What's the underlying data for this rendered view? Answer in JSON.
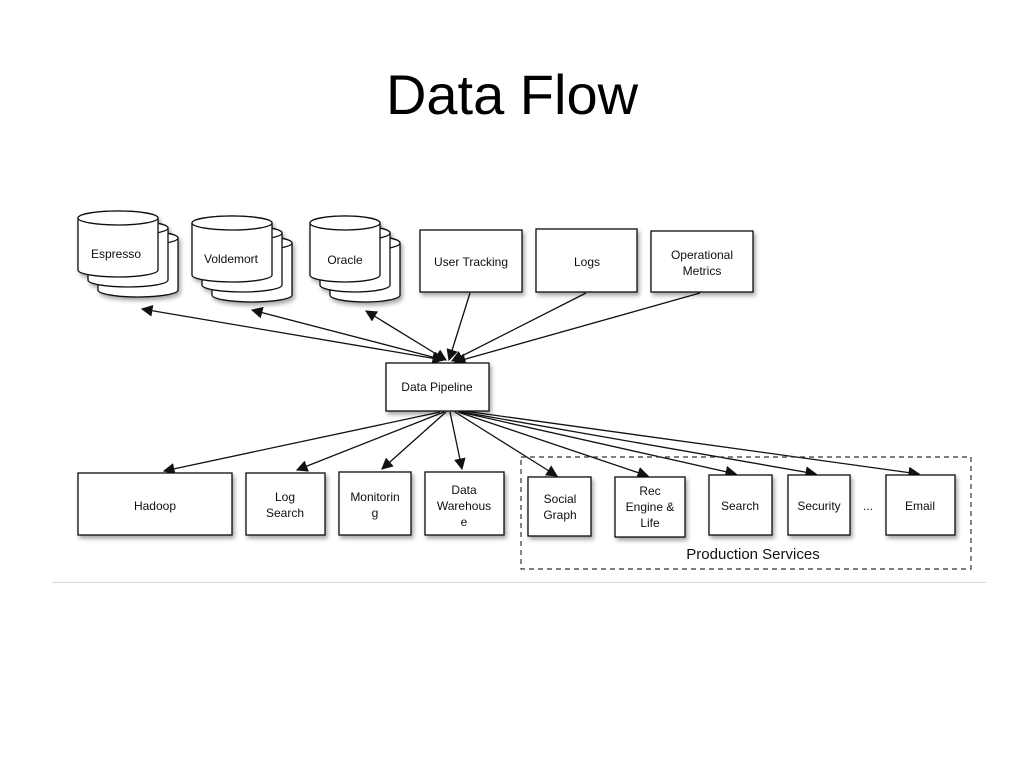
{
  "title": "Data Flow",
  "sources": {
    "espresso": "Espresso",
    "voldemort": "Voldemort",
    "oracle": "Oracle",
    "user_tracking": "User Tracking",
    "logs": "Logs",
    "operational_metrics": [
      "Operational",
      "Metrics"
    ]
  },
  "pipeline": "Data Pipeline",
  "consumers": {
    "hadoop": "Hadoop",
    "log_search": [
      "Log",
      "Search"
    ],
    "monitoring": [
      "Monitorin",
      "g"
    ],
    "data_warehouse": [
      "Data",
      "Warehous",
      "e"
    ],
    "social_graph": [
      "Social",
      "Graph"
    ],
    "rec_engine": [
      "Rec",
      "Engine &",
      "Life"
    ],
    "search": "Search",
    "security": "Security",
    "ellipsis": "...",
    "email": "Email"
  },
  "production_services_label": "Production Services"
}
